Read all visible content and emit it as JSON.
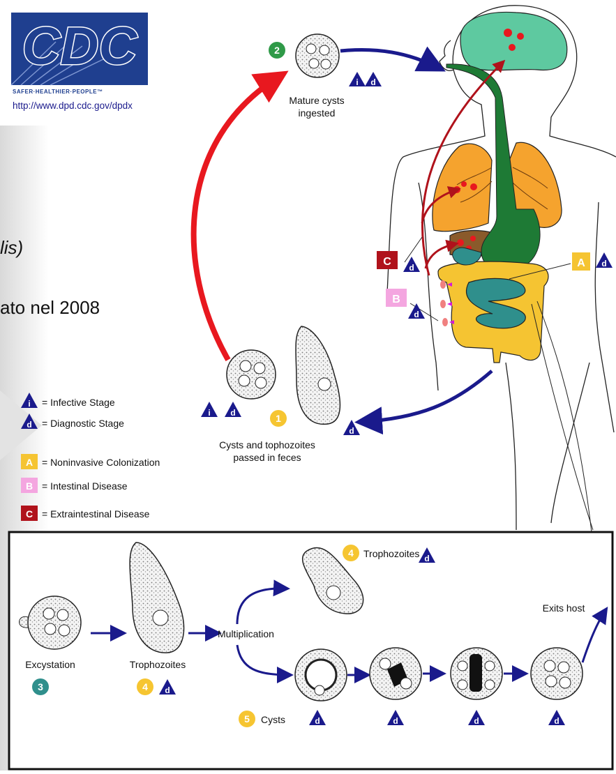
{
  "logo": {
    "letters": "CDC",
    "tagline": "SAFER·HEALTHIER·PEOPLE™",
    "url": "http://www.dpd.cdc.gov/dpdx"
  },
  "slide_fragments": {
    "italic_tail": "lis)",
    "line_tail": "ato nel 2008"
  },
  "stages": {
    "stage2_number": "2",
    "stage2_caption_line1": "Mature cysts",
    "stage2_caption_line2": "ingested",
    "stage1_number": "1",
    "stage1_caption_line1": "Cysts and tophozoites",
    "stage1_caption_line2": "passed in feces",
    "stage3_number": "3",
    "stage3_caption": "Excystation",
    "stage4_number": "4",
    "stage4_caption": "Trophozoites",
    "stage4b_number": "4",
    "stage4b_caption": "Trophozoites",
    "stage5_number": "5",
    "stage5_caption": "Cysts",
    "multiplication": "Multiplication",
    "exits_host": "Exits host"
  },
  "markers": {
    "infective": "i",
    "diagnostic": "d",
    "A": "A",
    "B": "B",
    "C": "C"
  },
  "legend": {
    "infective": "= Infective Stage",
    "diagnostic": "= Diagnostic Stage",
    "A": "= Noninvasive Colonization",
    "B": "= Intestinal Disease",
    "C": "= Extraintestinal Disease"
  },
  "colors": {
    "cdc_blue": "#1f3f8f",
    "navy": "#1a1a8c",
    "arrow_red": "#e8181f",
    "dark_red": "#b0121b",
    "yellow": "#f5c432",
    "pink": "#f4a6e0",
    "teal": "#2f8f8c",
    "green_organ": "#1e7a35",
    "lung_orange": "#f5a32e",
    "brain_green": "#5ec9a0",
    "liver_brown": "#8a5a2b",
    "stage_green": "#2f9a48",
    "stage_yellow": "#f6c531"
  }
}
